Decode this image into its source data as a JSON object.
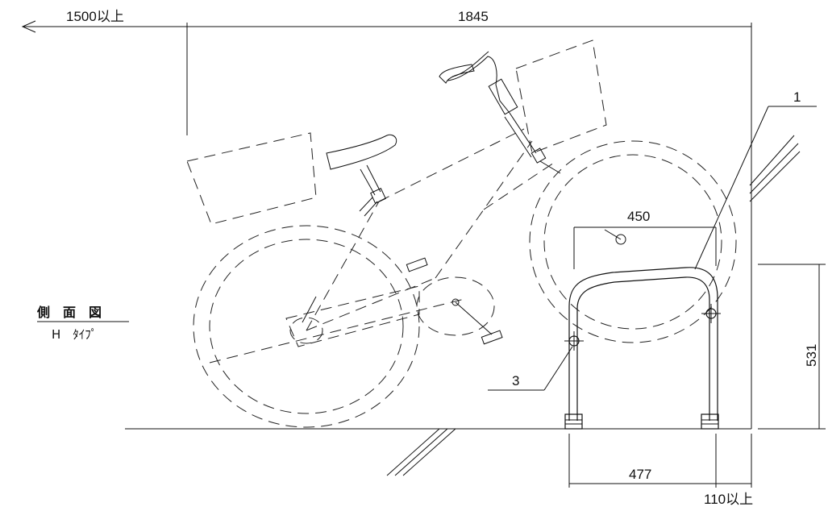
{
  "title": {
    "main": "側　面　図",
    "sub": "H　ﾀｲﾌﾟ"
  },
  "dimensions": {
    "left_clearance": "1500以上",
    "total_length": "1845",
    "inner_width": "450",
    "base_width": "477",
    "side_clearance": "110以上",
    "height": "531"
  },
  "callouts": {
    "part_1": "1",
    "part_3": "3"
  }
}
